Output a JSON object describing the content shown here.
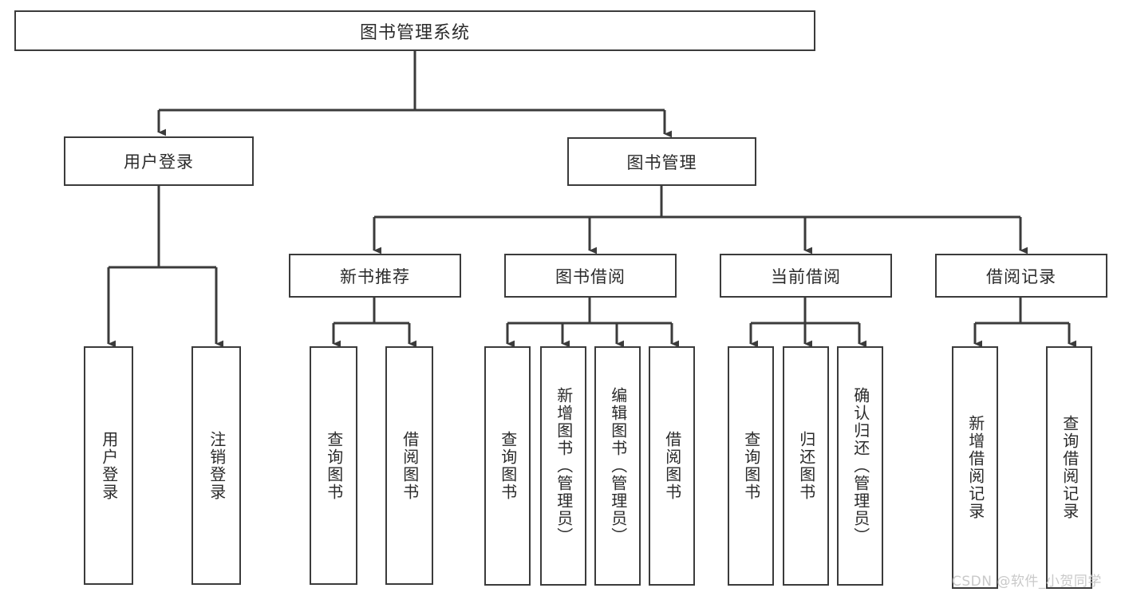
{
  "diagram": {
    "title": "图书管理系统",
    "type": "hierarchy-tree",
    "background_color": "#ffffff",
    "box_border_color": "#3b3b3b",
    "text_color": "#2b2b2b",
    "levels": 4
  },
  "root": {
    "label": "图书管理系统"
  },
  "level2": [
    {
      "label": "用户登录"
    },
    {
      "label": "图书管理"
    }
  ],
  "level3": [
    {
      "label": "新书推荐"
    },
    {
      "label": "图书借阅"
    },
    {
      "label": "当前借阅"
    },
    {
      "label": "借阅记录"
    }
  ],
  "leaves": {
    "user_login": [
      {
        "label": "用户登录"
      },
      {
        "label": "注销登录"
      }
    ],
    "new_book_recommend": [
      {
        "label": "查询图书"
      },
      {
        "label": "借阅图书"
      }
    ],
    "book_borrow": [
      {
        "label": "查询图书"
      },
      {
        "label": "新增图书（管理员）"
      },
      {
        "label": "编辑图书（管理员）"
      },
      {
        "label": "借阅图书"
      }
    ],
    "current_borrow": [
      {
        "label": "查询图书"
      },
      {
        "label": "归还图书"
      },
      {
        "label": "确认归还（管理员）"
      }
    ],
    "borrow_record": [
      {
        "label": "新增借阅记录"
      },
      {
        "label": "查询借阅记录"
      }
    ]
  },
  "watermark": {
    "text": "CSDN @软件_小贺同学",
    "color": "#c9c9c9"
  }
}
